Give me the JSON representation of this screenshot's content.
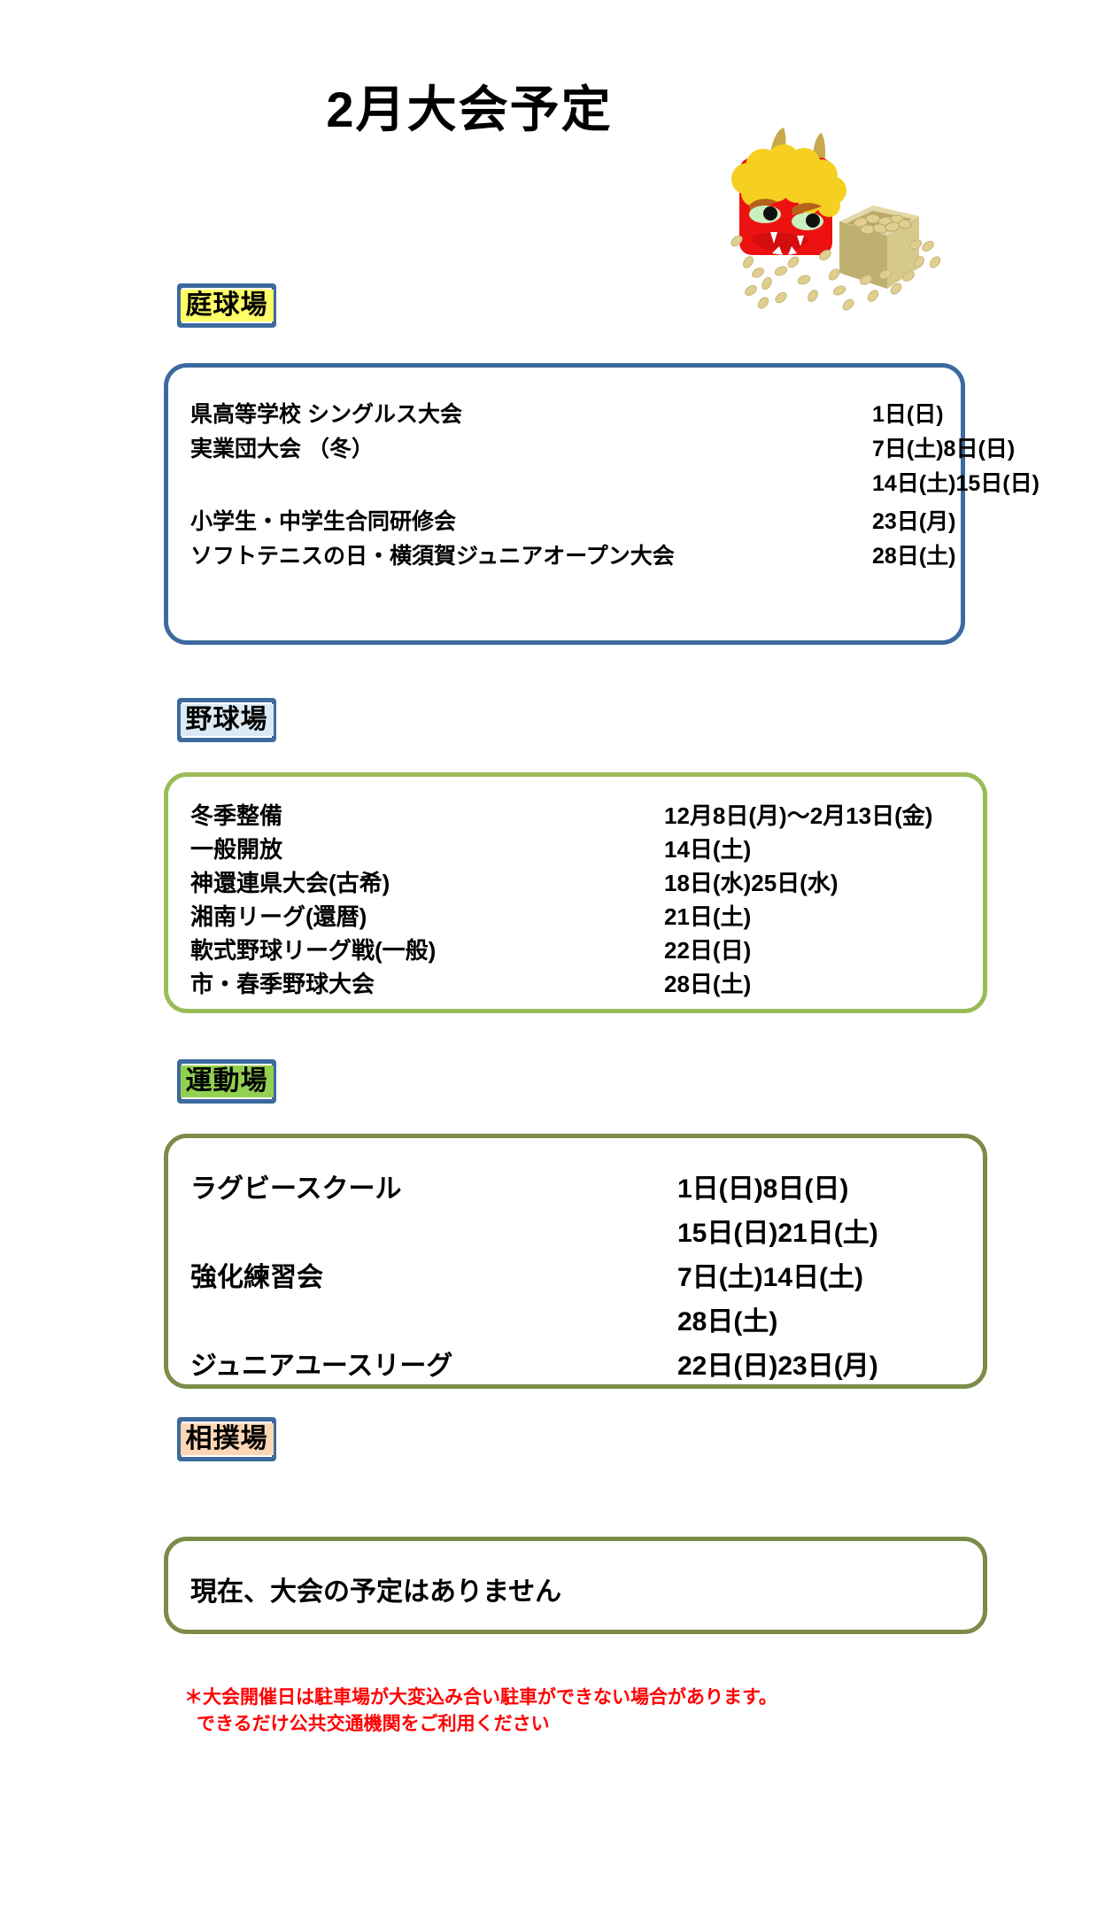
{
  "document": {
    "title": "2月大会予定"
  },
  "illustration": {
    "name": "setsubun-oni-and-masu-box",
    "colors": {
      "oni_face": "#ee1111",
      "oni_hair": "#f5d020",
      "oni_horn": "#c8a84b",
      "box": "#cfc07a",
      "bean": "#e0cf8e"
    }
  },
  "sections": [
    {
      "id": "tennis",
      "header": "庭球場",
      "header_highlight": "#ffff66",
      "border_color": "#3d6a9e",
      "rows": [
        {
          "event": "県高等学校 シングルス大会",
          "date_plain": "1日(",
          "date_red": "日",
          "date_tail": ")"
        },
        {
          "event": "実業団大会 （冬）",
          "date_plain": "7日(土)8日(",
          "date_red": "日",
          "date_tail": ")"
        },
        {
          "event": "",
          "date_plain": "14日(土)15日(",
          "date_red": "日",
          "date_tail": ")"
        },
        {
          "event": "小学生・中学生合同研修会",
          "date_plain": "23日(",
          "date_red": "月",
          "date_tail": ")"
        },
        {
          "event": "ソフトテニスの日・横須賀ジュニアオープン大会",
          "date_plain": "28日(土)",
          "date_red": "",
          "date_tail": ""
        }
      ]
    },
    {
      "id": "baseball",
      "header": "野球場",
      "header_highlight": "#dbe9f4",
      "border_color": "#9bbb59",
      "rows": [
        {
          "event": "冬季整備",
          "date_plain": "12月8日(月)～2月13日(金)",
          "date_red": "",
          "date_tail": ""
        },
        {
          "event": "一般開放",
          "date_plain": "14日(土)",
          "date_red": "",
          "date_tail": ""
        },
        {
          "event": "神還連県大会(古希)",
          "date_plain": "18日(水)25日(水)",
          "date_red": "",
          "date_tail": ""
        },
        {
          "event": "湘南リーグ(還暦)",
          "date_plain": "21日(土)",
          "date_red": "",
          "date_tail": ""
        },
        {
          "event": "軟式野球リーグ戦(一般)",
          "date_plain": "22日(",
          "date_red": "日",
          "date_tail": ")"
        },
        {
          "event": "市・春季野球大会",
          "date_plain": "28日(土)",
          "date_red": "",
          "date_tail": ""
        }
      ]
    },
    {
      "id": "athletic",
      "header": "運動場",
      "header_highlight": "#92d050",
      "border_color": "#7a8c48",
      "rows": [
        {
          "event": "ラグビースクール",
          "date_plain": "1日(",
          "date_red": "日",
          "date_tail": ")8日(",
          "date_red2": "日",
          "date_tail2": ")"
        },
        {
          "event": "",
          "date_plain": "15日(",
          "date_red": "日",
          "date_tail": ")21日(土)"
        },
        {
          "event": "強化練習会",
          "date_plain": "7日(土)14日(土)",
          "date_red": "",
          "date_tail": ""
        },
        {
          "event": "",
          "date_plain": "28日(土)",
          "date_red": "",
          "date_tail": ""
        },
        {
          "event": "ジュニアユースリーグ",
          "date_plain": "22日(",
          "date_red": "日",
          "date_tail": ")23日(",
          "date_red2": "月",
          "date_tail2": ")"
        }
      ]
    },
    {
      "id": "sumo",
      "header": "相撲場",
      "header_highlight": "#fbd7b5",
      "border_color": "#7a8c48",
      "no_event_text": "現在、大会の予定はありません"
    }
  ],
  "footer": {
    "line1": "＊大会開催日は駐車場が大変込み合い駐車ができない場合があります。",
    "line2": "できるだけ公共交通機関をご利用ください",
    "color": "#ff0000"
  }
}
